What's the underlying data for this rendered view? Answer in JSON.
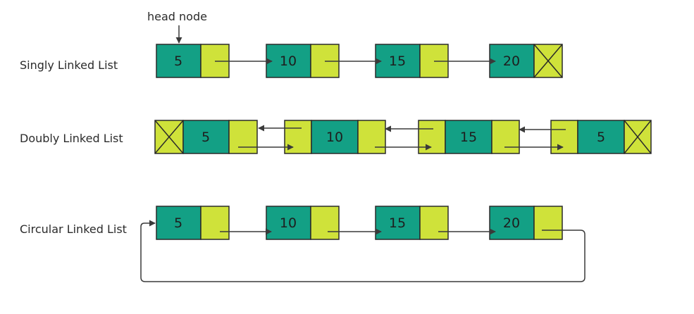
{
  "colors": {
    "data_cell": "#13a085",
    "pointer_cell": "#cfe23a",
    "stroke": "#2a2a2a",
    "arrow": "#3a3a3a"
  },
  "annotation": {
    "head_label": "head node"
  },
  "singly": {
    "label": "Singly Linked List",
    "values": [
      "5",
      "10",
      "15",
      "20"
    ]
  },
  "doubly": {
    "label": "Doubly Linked List",
    "values": [
      "5",
      "10",
      "15",
      "5"
    ]
  },
  "circular": {
    "label": "Circular Linked List",
    "values": [
      "5",
      "10",
      "15",
      "20"
    ]
  }
}
